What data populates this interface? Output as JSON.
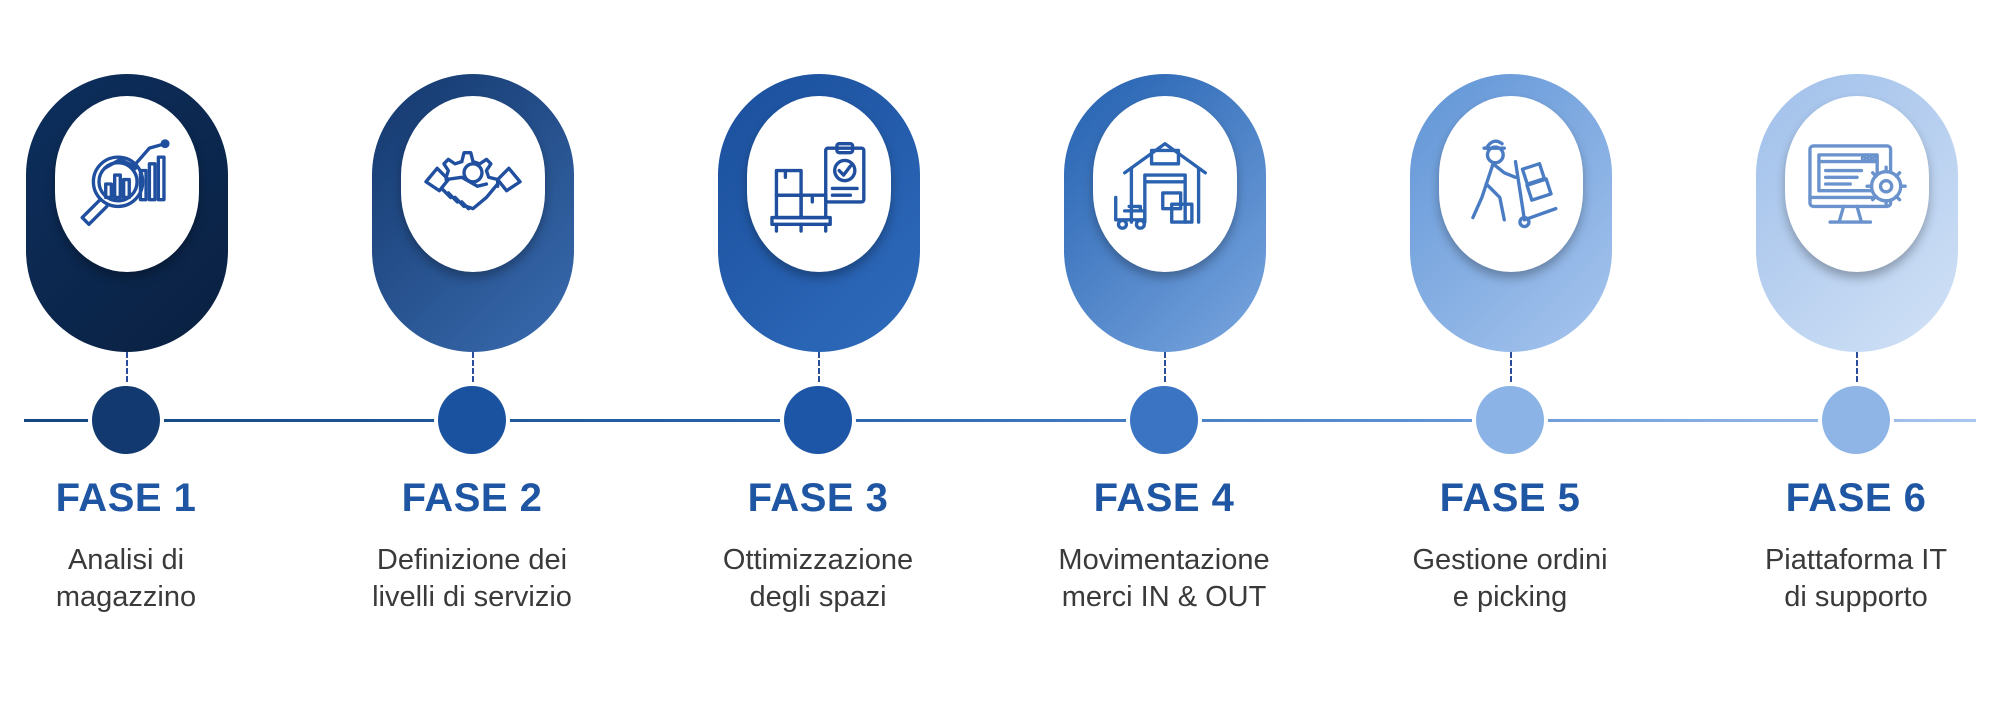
{
  "phases": [
    {
      "title": "FASE 1",
      "desc_line1": "Analisi di",
      "desc_line2": "magazzino",
      "icon": "analytics-magnifier-icon",
      "colors": {
        "pill_from": "#0d2f5e",
        "pill_to": "#0a2040",
        "dot": "#123a70",
        "icon": "#1f4f9e"
      }
    },
    {
      "title": "FASE 2",
      "desc_line1": "Definizione dei",
      "desc_line2": "livelli di servizio",
      "icon": "handshake-gear-icon",
      "colors": {
        "pill_from": "#13376c",
        "pill_to": "#3a6cb0",
        "dot": "#1b52a0",
        "icon": "#1f4f9e"
      }
    },
    {
      "title": "FASE 3",
      "desc_line1": "Ottimizzazione",
      "desc_line2": "degli spazi",
      "icon": "pallet-clipboard-icon",
      "colors": {
        "pill_from": "#1a4f9c",
        "pill_to": "#2f6bbc",
        "dot": "#1d56a6",
        "icon": "#1f4f9e"
      }
    },
    {
      "title": "FASE 4",
      "desc_line1": "Movimentazione",
      "desc_line2": "merci IN & OUT",
      "icon": "warehouse-forklift-icon",
      "colors": {
        "pill_from": "#2260b0",
        "pill_to": "#7ba7e0",
        "dot": "#3c74c4",
        "icon": "#2a62b0"
      }
    },
    {
      "title": "FASE 5",
      "desc_line1": "Gestione ordini",
      "desc_line2": "e picking",
      "icon": "worker-handtruck-icon",
      "colors": {
        "pill_from": "#5f94d6",
        "pill_to": "#a8c6ee",
        "dot": "#8cb3e6",
        "icon": "#4a7cc4"
      }
    },
    {
      "title": "FASE 6",
      "desc_line1": "Piattaforma IT",
      "desc_line2": "di supporto",
      "icon": "monitor-gear-icon",
      "colors": {
        "pill_from": "#9fbfea",
        "pill_to": "#d2e2f6",
        "dot": "#8fb4e6",
        "icon": "#6a92cc"
      }
    }
  ]
}
